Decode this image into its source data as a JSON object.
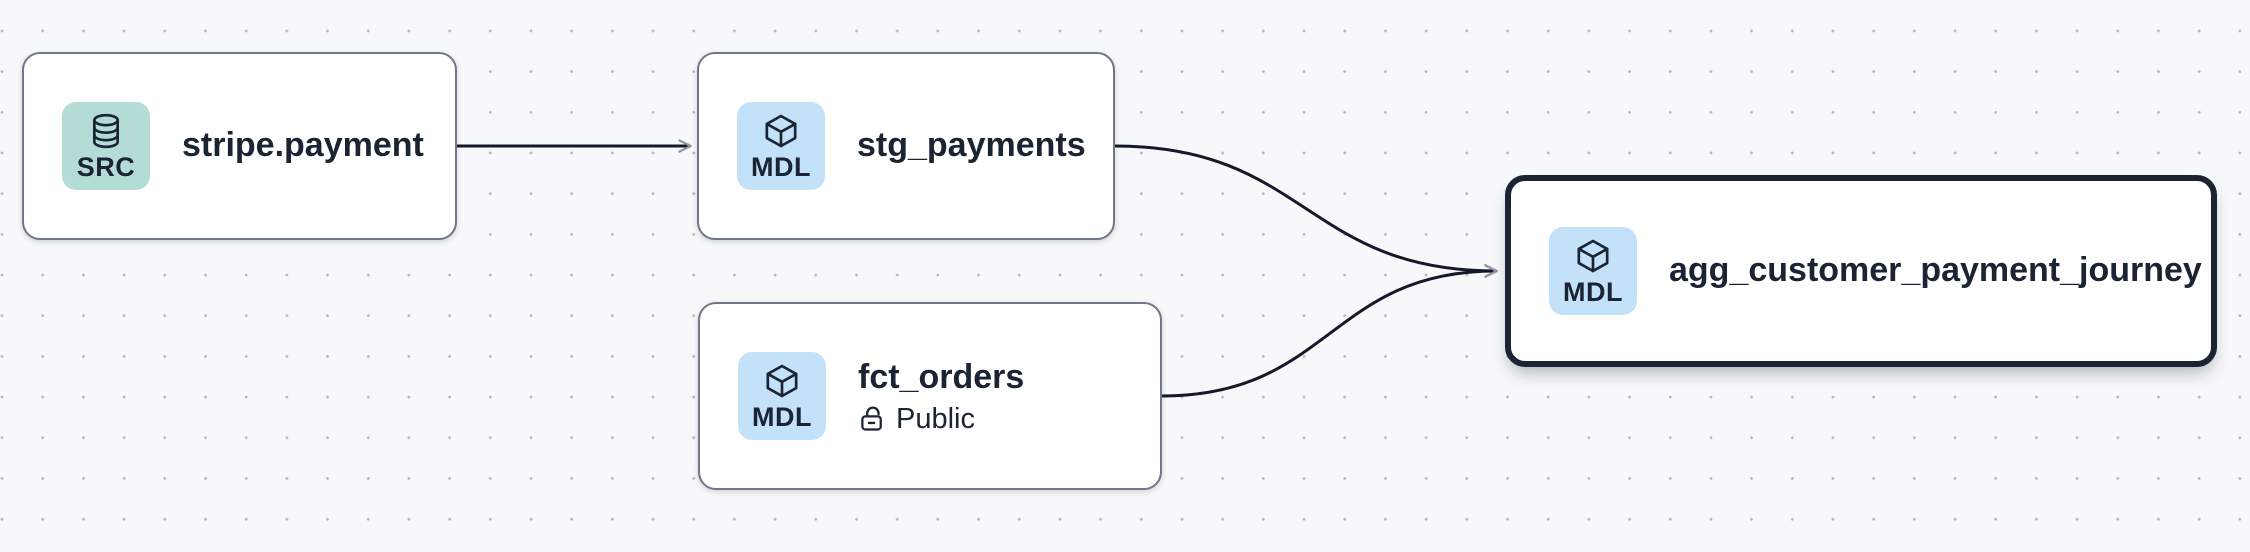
{
  "canvas": {
    "background_color": "#f7f8fa",
    "dot_color": "#b5bac4"
  },
  "colors": {
    "node_background": "#ffffff",
    "node_border": "#6f7889",
    "selected_node_border": "#1b2433",
    "text": "#1a2433",
    "source_badge_background": "#b4dcd6",
    "model_badge_background": "#c3e1f8",
    "edge_stroke": "#131a28",
    "arrowhead_stroke": "#8f96a3"
  },
  "nodes": {
    "stripe_payment": {
      "label": "stripe.payment",
      "badge": "SRC",
      "type": "source",
      "icon": "database-icon",
      "selected": false
    },
    "stg_payments": {
      "label": "stg_payments",
      "badge": "MDL",
      "type": "model",
      "icon": "cube-icon",
      "selected": false
    },
    "fct_orders": {
      "label": "fct_orders",
      "badge": "MDL",
      "type": "model",
      "icon": "cube-icon",
      "access": "Public",
      "access_icon": "lock-open-icon",
      "selected": false
    },
    "agg_customer_payment_journey": {
      "label": "agg_customer_payment_journey",
      "badge": "MDL",
      "type": "model",
      "icon": "cube-icon",
      "selected": true
    }
  },
  "edges": [
    {
      "from": "stripe_payment",
      "to": "stg_payments"
    },
    {
      "from": "stg_payments",
      "to": "agg_customer_payment_journey"
    },
    {
      "from": "fct_orders",
      "to": "agg_customer_payment_journey"
    }
  ]
}
